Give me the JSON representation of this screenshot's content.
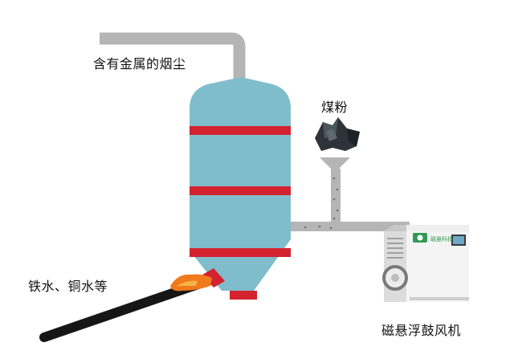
{
  "labels": {
    "dust": "含有金属的烟尘",
    "coal_powder": "煤粉",
    "molten_metal": "铁水、铜水等",
    "blower": "磁悬浮鼓风机"
  },
  "blower_badge": "磁悬科技",
  "icons": {
    "coal": "coal-lump-icon",
    "blower": "maglev-blower-icon"
  },
  "colors": {
    "furnace_body": "#80bdcc",
    "furnace_band": "#d42230",
    "pipe": "#b5b5b5",
    "tapping_pipe": "#161616",
    "molten_flow": "#f07a1c",
    "blower_accent": "#2e9a55"
  }
}
